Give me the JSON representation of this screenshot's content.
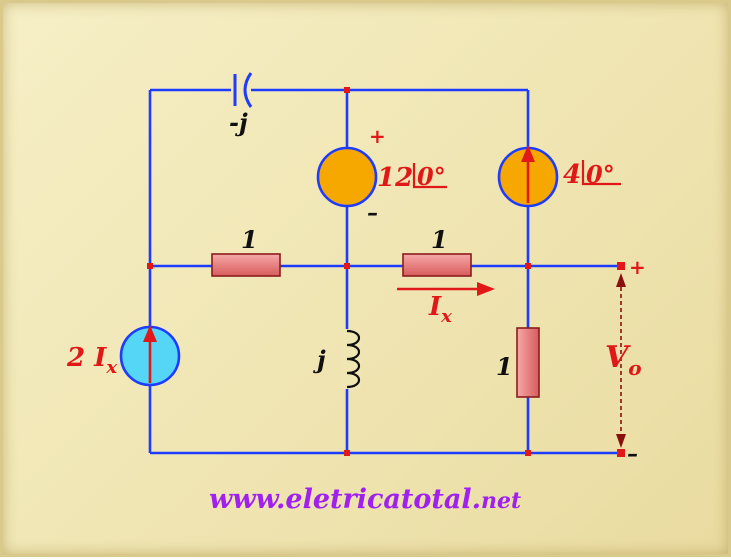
{
  "labels": {
    "capacitor": "-j",
    "r_left": "1",
    "r_mid": "1",
    "r_right": "1",
    "inductor": "j",
    "v_source_mag": "12",
    "v_source_angle": "0°",
    "i_source_mag": "4",
    "i_source_angle": "0°",
    "dep_source_coef": "2 I",
    "dep_source_sub": "x",
    "current_main": "I",
    "current_sub": "x",
    "vout_main": "V",
    "vout_sub": "o",
    "plus_sign": "+",
    "minus_sign": "–"
  },
  "footer": {
    "url_main": "www.eletricatotal.",
    "url_tld": "net"
  },
  "colors": {
    "wire": "#1e3cff",
    "label": "#e01818",
    "node": "#e01818",
    "resistor_fill": "#e07070",
    "voltage_source_fill": "#f6a800",
    "dependent_source_fill": "#56d6f6",
    "url": "#a020f0"
  }
}
